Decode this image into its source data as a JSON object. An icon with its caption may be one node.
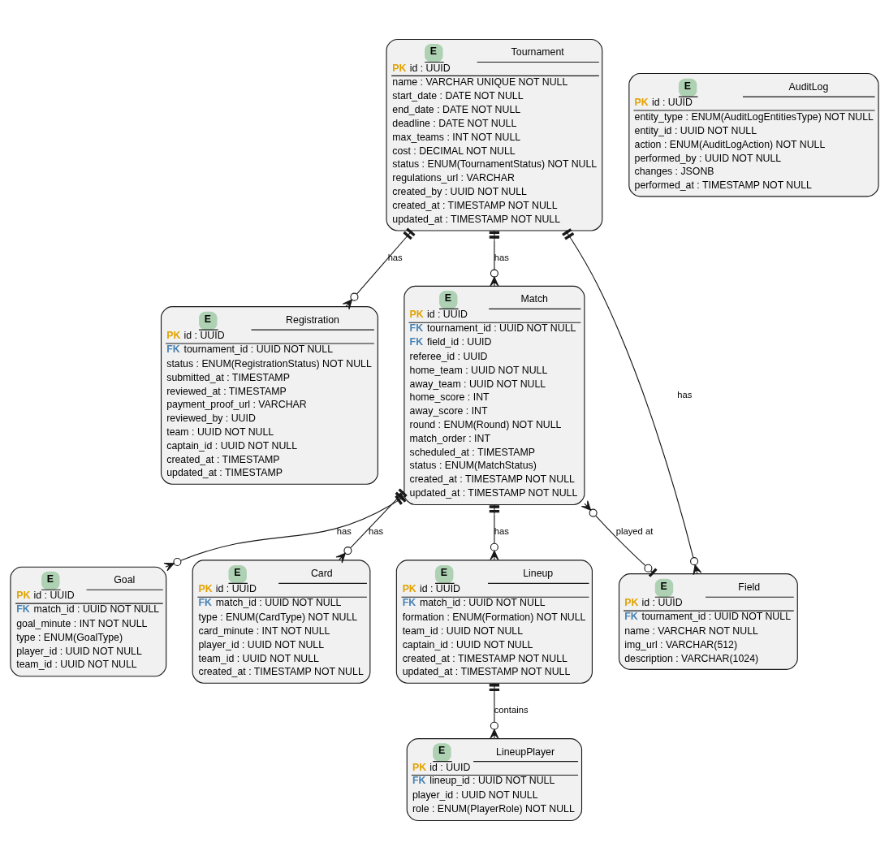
{
  "diagram": {
    "nodes": [
      {
        "text": [
          "E",
          "Tournament",
          "PK id : UUID",
          "name : VARCHAR UNIQUE NOT NULL",
          "start_date : DATE NOT NULL",
          "end_date : DATE NOT NULL",
          "deadline : DATE NOT NULL",
          "max_teams : INT NOT NULL",
          "cost : DECIMAL NOT NULL",
          "status : ENUM(TournamentStatus) NOT NULL",
          "regulations_url : VARCHAR",
          "created_by : UUID NOT NULL",
          "created_at : TIMESTAMP NOT NULL",
          "updated_at : TIMESTAMP NOT NULL"
        ]
      },
      {
        "text": [
          "E",
          "AuditLog",
          "PK id : UUID",
          "entity_type : ENUM(AuditLogEntitiesType) NOT NULL",
          "entity_id : UUID NOT NULL",
          "action : ENUM(AuditLogAction) NOT NULL",
          "performed_by : UUID NOT NULL",
          "changes : JSONB",
          "performed_at : TIMESTAMP NOT NULL"
        ]
      },
      {
        "text": [
          "E",
          "Registration",
          "PK id : UUID",
          "FK tournament_id : UUID NOT NULL",
          "status : ENUM(RegistrationStatus) NOT NULL",
          "submitted_at : TIMESTAMP",
          "reviewed_at : TIMESTAMP",
          "payment_proof_url : VARCHAR",
          "reviewed_by : UUID",
          "team : UUID NOT NULL",
          "captain_id : UUID NOT NULL",
          "created_at : TIMESTAMP",
          "updated_at : TIMESTAMP"
        ]
      },
      {
        "text": [
          "E",
          "Match",
          "PK id : UUID",
          "FK tournament_id : UUID NOT NULL",
          "FK field_id : UUID",
          "referee_id : UUID",
          "home_team : UUID NOT NULL",
          "away_team : UUID NOT NULL",
          "home_score : INT",
          "away_score : INT",
          "round : ENUM(Round) NOT NULL",
          "match_order : INT",
          "scheduled_at : TIMESTAMP",
          "status : ENUM(MatchStatus)",
          "created_at : TIMESTAMP NOT NULL",
          "updated_at : TIMESTAMP NOT NULL"
        ]
      },
      {
        "text": [
          "E",
          "Field",
          "PK id : UUID",
          "FK tournament_id : UUID NOT NULL",
          "name : VARCHAR NOT NULL",
          "img_url : VARCHAR(512)",
          "description : VARCHAR(1024)"
        ]
      },
      {
        "text": [
          "E",
          "Goal",
          "PK id : UUID",
          "FK match_id : UUID NOT NULL",
          "goal_minute : INT NOT NULL",
          "type : ENUM(GoalType)",
          "player_id : UUID NOT NULL",
          "team_id : UUID NOT NULL"
        ]
      },
      {
        "text": [
          "E",
          "Card",
          "PK id : UUID",
          "FK match_id : UUID NOT NULL",
          "type : ENUM(CardType) NOT NULL",
          "card_minute : INT NOT NULL",
          "player_id : UUID NOT NULL",
          "team_id : UUID NOT NULL",
          "created_at : TIMESTAMP NOT NULL"
        ]
      },
      {
        "text": [
          "E",
          "Lineup",
          "PK id : UUID",
          "FK match_id : UUID NOT NULL",
          "formation : ENUM(Formation) NOT NULL",
          "team_id : UUID NOT NULL",
          "captain_id : UUID NOT NULL",
          "created_at : TIMESTAMP NOT NULL",
          "updated_at : TIMESTAMP NOT NULL"
        ]
      },
      {
        "text": [
          "E",
          "LineupPlayer",
          "PK id : UUID",
          "FK lineup_id : UUID NOT NULL",
          "player_id : UUID NOT NULL",
          "role : ENUM(PlayerRole) NOT NULL"
        ]
      }
    ],
    "edges": [
      {
        "from": 0,
        "to": 4,
        "arrow": "other",
        "label": "has"
      },
      {
        "from": 0,
        "to": 2,
        "arrow": "other",
        "label": "has"
      },
      {
        "from": 0,
        "to": 3,
        "arrow": "other",
        "label": "has"
      },
      {
        "from": 3,
        "to": 4,
        "arrow": "other",
        "label": "played at"
      },
      {
        "from": 3,
        "to": 5,
        "arrow": "other",
        "label": "has"
      },
      {
        "from": 3,
        "to": 6,
        "arrow": "other",
        "label": "has"
      },
      {
        "from": 3,
        "to": 7,
        "arrow": "other",
        "label": "has"
      },
      {
        "from": 7,
        "to": 8,
        "arrow": "other",
        "label": "contains"
      }
    ]
  }
}
